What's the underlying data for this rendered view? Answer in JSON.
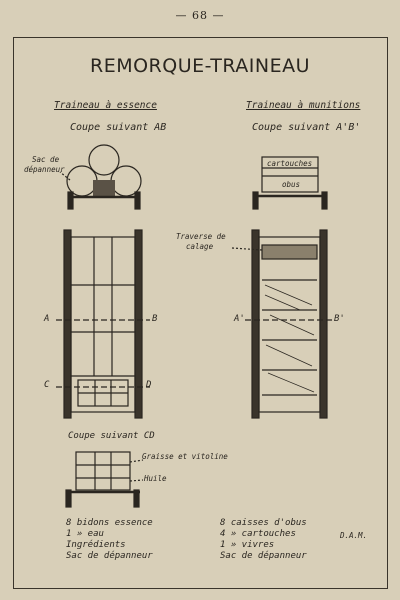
{
  "page_number": "— 68 —",
  "title": "REMORQUE-TRAINEAU",
  "left": {
    "heading": "Traineau à essence",
    "cut_label": "Coupe suivant AB",
    "sac_label_1": "Sac de",
    "sac_label_2": "dépanneur",
    "section_a": "A",
    "section_b": "B",
    "section_c": "C",
    "section_d": "D",
    "cut_cd_label": "Coupe suivant CD",
    "graisse_label": "Graisse et vitoline",
    "huile_label": "Huile",
    "inventory": [
      "8 bidons essence",
      "1    »    eau",
      "Ingrédients",
      "Sac de dépanneur"
    ]
  },
  "right": {
    "heading": "Traineau à munitions",
    "cut_label": "Coupe suivant A'B'",
    "cartouches_label": "cartouches",
    "obus_label": "obus",
    "traverse_label_1": "Traverse de",
    "traverse_label_2": "calage",
    "section_a2": "A'",
    "section_b2": "B'",
    "inventory": [
      "8 caisses d'obus",
      "4    »    cartouches",
      "1    »    vivres",
      "Sac de dépanneur"
    ],
    "dam_label": "D.A.M."
  }
}
